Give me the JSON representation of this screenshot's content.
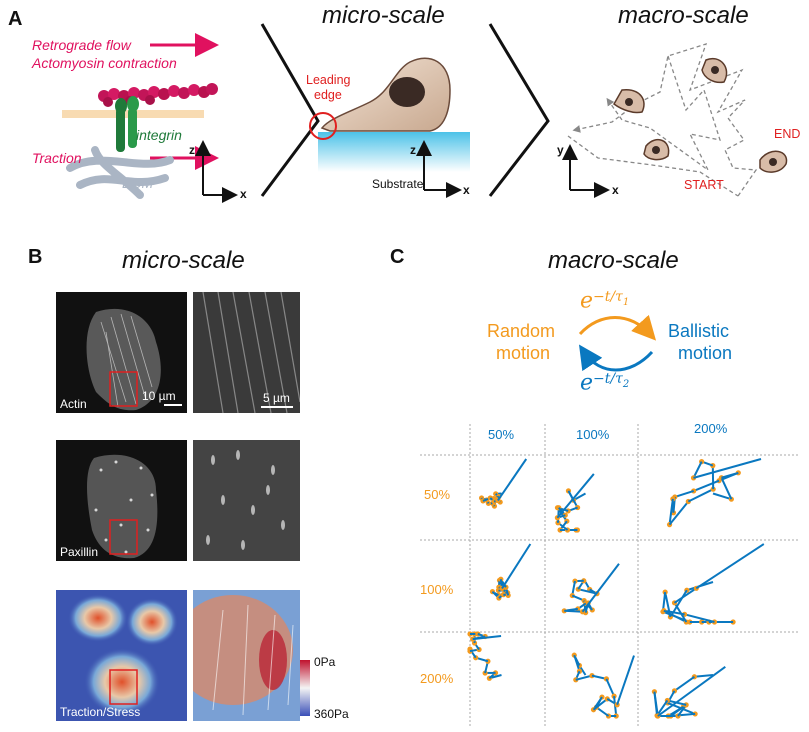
{
  "panels": {
    "a": "A",
    "b": "B",
    "c": "C"
  },
  "panel_a": {
    "left": {
      "retrograde_flow": "Retrograde flow",
      "actomyosin": "Actomyosin contraction",
      "integrin": "integrin",
      "traction": "Traction",
      "ecm": "ECM",
      "axis_z": "z",
      "axis_x": "x"
    },
    "micro": {
      "title": "micro-scale",
      "leading_edge": [
        "Leading",
        "edge"
      ],
      "substrate": "Substrate",
      "axis_z": "z",
      "axis_x": "x"
    },
    "macro": {
      "title": "macro-scale",
      "end": "END",
      "start": "START",
      "axis_y": "y",
      "axis_x": "x"
    }
  },
  "panel_b": {
    "title": "micro-scale",
    "rows": [
      {
        "label": "Actin",
        "scale_left": "10 µm",
        "scale_right": "5 µm"
      },
      {
        "label": "Paxillin"
      },
      {
        "label": "Traction/Stress"
      }
    ],
    "colorbar": {
      "top": "0Pa",
      "bottom": "360Pa"
    }
  },
  "panel_c": {
    "title": "macro-scale",
    "random": [
      "Random",
      "motion"
    ],
    "ballistic": [
      "Ballistic",
      "motion"
    ],
    "rate_top": {
      "base": "e",
      "exp": "−t/τ",
      "sub": "1"
    },
    "rate_bottom": {
      "base": "e",
      "exp": "−t/τ",
      "sub": "2"
    },
    "col_headers": [
      "50%",
      "100%",
      "200%"
    ],
    "row_headers": [
      "50%",
      "100%",
      "200%"
    ]
  },
  "colors": {
    "orange": "#f39a1e",
    "blue": "#0a78c0",
    "pink": "#e0115f",
    "red": "#e02020"
  }
}
